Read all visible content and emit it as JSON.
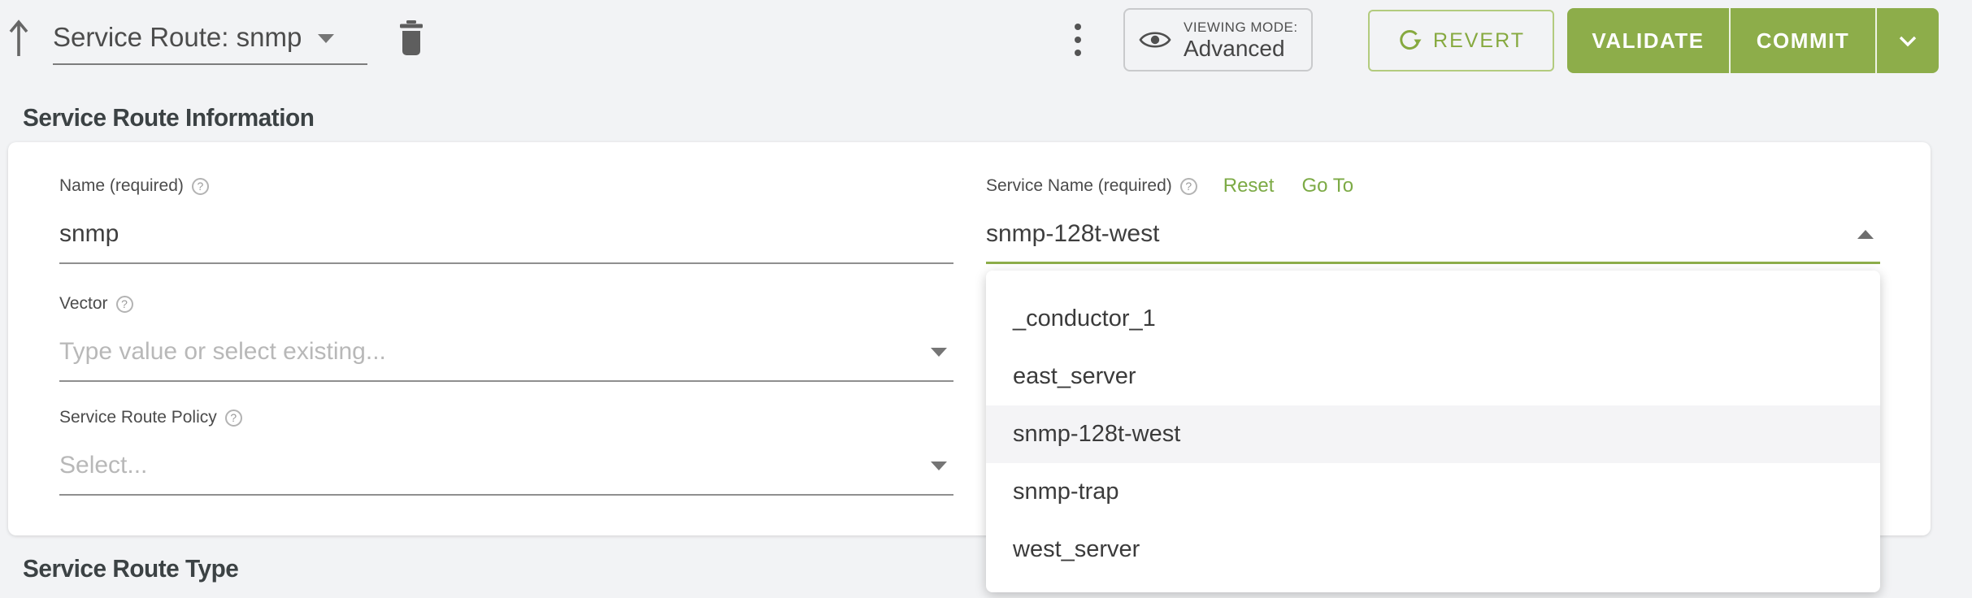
{
  "header": {
    "entity": {
      "label": "Service Route: snmp"
    },
    "viewing_mode": {
      "label": "VIEWING MODE:",
      "value": "Advanced"
    },
    "revert_label": "REVERT",
    "validate_label": "VALIDATE",
    "commit_label": "COMMIT"
  },
  "sections": {
    "information_title": "Service Route Information",
    "type_title": "Service Route Type"
  },
  "form": {
    "name": {
      "label": "Name (required)",
      "help_glyph": "?",
      "value": "snmp"
    },
    "vector": {
      "label": "Vector",
      "help_glyph": "?",
      "placeholder": "Type value or select existing..."
    },
    "policy": {
      "label": "Service Route Policy",
      "help_glyph": "?",
      "placeholder": "Select..."
    },
    "service_name": {
      "label": "Service Name (required)",
      "help_glyph": "?",
      "reset_label": "Reset",
      "goto_label": "Go To",
      "value": "snmp-128t-west",
      "selected": "snmp-128t-west",
      "options": [
        "_conductor_1",
        "east_server",
        "snmp-128t-west",
        "snmp-trap",
        "west_server"
      ]
    }
  },
  "colors": {
    "accent_green": "#8dad4a",
    "link_green": "#7caa45",
    "page_bg": "#f2f3f5"
  }
}
